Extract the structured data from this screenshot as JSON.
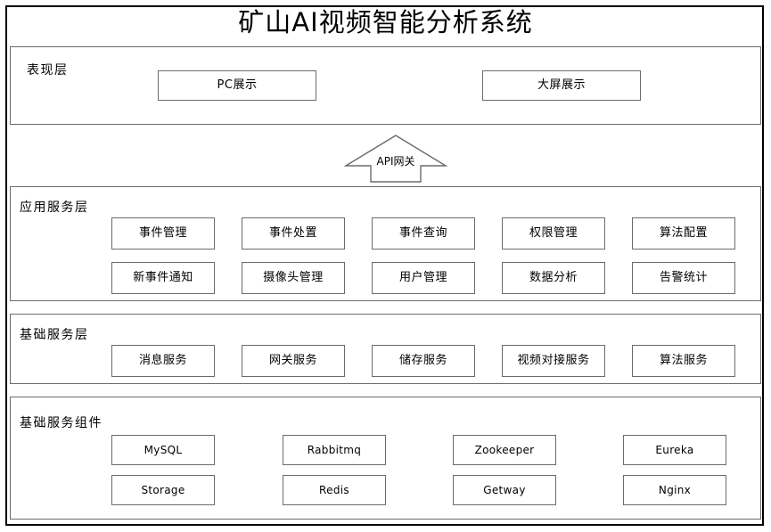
{
  "title": "矿山AI视频智能分析系统",
  "gateway": {
    "label": "API网关",
    "icon": "up-arrow-icon"
  },
  "layers": [
    {
      "key": "presentation",
      "label": "表现层",
      "nodes": [
        "PC展示",
        "大屏展示"
      ]
    },
    {
      "key": "application_service",
      "label": "应用服务层",
      "row1": [
        "事件管理",
        "事件处置",
        "事件查询",
        "权限管理",
        "算法配置"
      ],
      "row2": [
        "新事件通知",
        "摄像头管理",
        "用户管理",
        "数据分析",
        "告警统计"
      ]
    },
    {
      "key": "basic_service",
      "label": "基础服务层",
      "row1": [
        "消息服务",
        "网关服务",
        "储存服务",
        "视频对接服务",
        "算法服务"
      ]
    },
    {
      "key": "basic_components",
      "label": "基础服务组件",
      "row1": [
        "MySQL",
        "Rabbitmq",
        "Zookeeper",
        "Eureka"
      ],
      "row2": [
        "Storage",
        "Redis",
        "Getway",
        "Nginx"
      ]
    }
  ],
  "colors": {
    "border": "#6b6b6b",
    "frame": "#000000",
    "background": "#ffffff",
    "text": "#000000"
  }
}
